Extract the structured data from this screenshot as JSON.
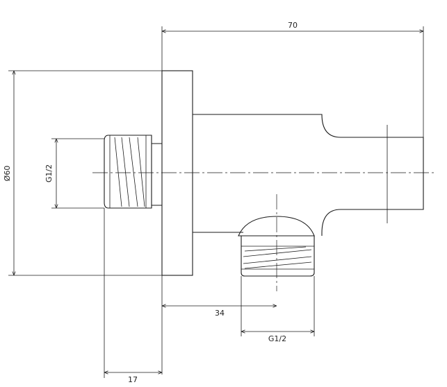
{
  "dimensions": {
    "width_total": "70",
    "diameter": "Ø60",
    "thread_inlet": "G1/2",
    "outlet_offset": "34",
    "thread_outlet": "G1/2",
    "nut_length": "17"
  },
  "colors": {
    "line": "#1a1a1a",
    "background": "#ffffff"
  }
}
